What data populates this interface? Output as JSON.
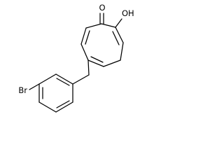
{
  "structure": {
    "atoms": {
      "carbonyl_oxygen": "O",
      "hydroxyl": "OH",
      "bromine": "Br"
    }
  }
}
